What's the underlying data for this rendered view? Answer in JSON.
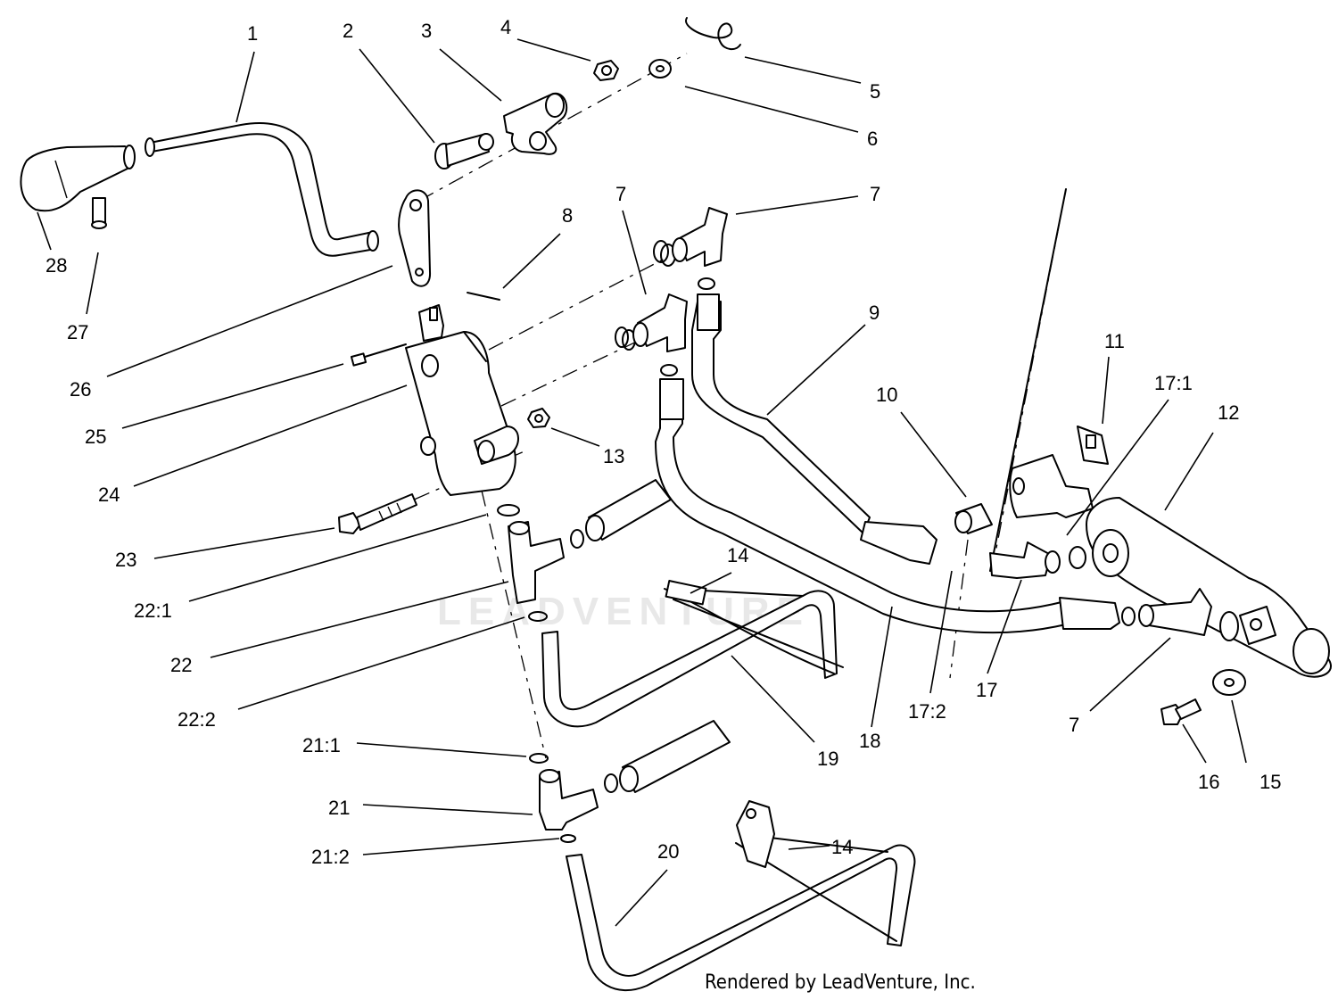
{
  "callouts": [
    {
      "id": "c1",
      "text": "1"
    },
    {
      "id": "c2",
      "text": "2"
    },
    {
      "id": "c3",
      "text": "3"
    },
    {
      "id": "c4",
      "text": "4"
    },
    {
      "id": "c5",
      "text": "5"
    },
    {
      "id": "c6",
      "text": "6"
    },
    {
      "id": "c7a",
      "text": "7"
    },
    {
      "id": "c7b",
      "text": "7"
    },
    {
      "id": "c7c",
      "text": "7"
    },
    {
      "id": "c8",
      "text": "8"
    },
    {
      "id": "c9",
      "text": "9"
    },
    {
      "id": "c10",
      "text": "10"
    },
    {
      "id": "c11",
      "text": "11"
    },
    {
      "id": "c12",
      "text": "12"
    },
    {
      "id": "c13",
      "text": "13"
    },
    {
      "id": "c14a",
      "text": "14"
    },
    {
      "id": "c14b",
      "text": "14"
    },
    {
      "id": "c15",
      "text": "15"
    },
    {
      "id": "c16",
      "text": "16"
    },
    {
      "id": "c17",
      "text": "17"
    },
    {
      "id": "c17_1",
      "text": "17:1"
    },
    {
      "id": "c17_2",
      "text": "17:2"
    },
    {
      "id": "c18",
      "text": "18"
    },
    {
      "id": "c19",
      "text": "19"
    },
    {
      "id": "c20",
      "text": "20"
    },
    {
      "id": "c21",
      "text": "21"
    },
    {
      "id": "c21_1",
      "text": "21:1"
    },
    {
      "id": "c21_2",
      "text": "21:2"
    },
    {
      "id": "c22",
      "text": "22"
    },
    {
      "id": "c22_1",
      "text": "22:1"
    },
    {
      "id": "c22_2",
      "text": "22:2"
    },
    {
      "id": "c23",
      "text": "23"
    },
    {
      "id": "c24",
      "text": "24"
    },
    {
      "id": "c25",
      "text": "25"
    },
    {
      "id": "c26",
      "text": "26"
    },
    {
      "id": "c27",
      "text": "27"
    },
    {
      "id": "c28",
      "text": "28"
    }
  ],
  "watermark": "LEADVENTURE",
  "credit": "Rendered by LeadVenture, Inc."
}
